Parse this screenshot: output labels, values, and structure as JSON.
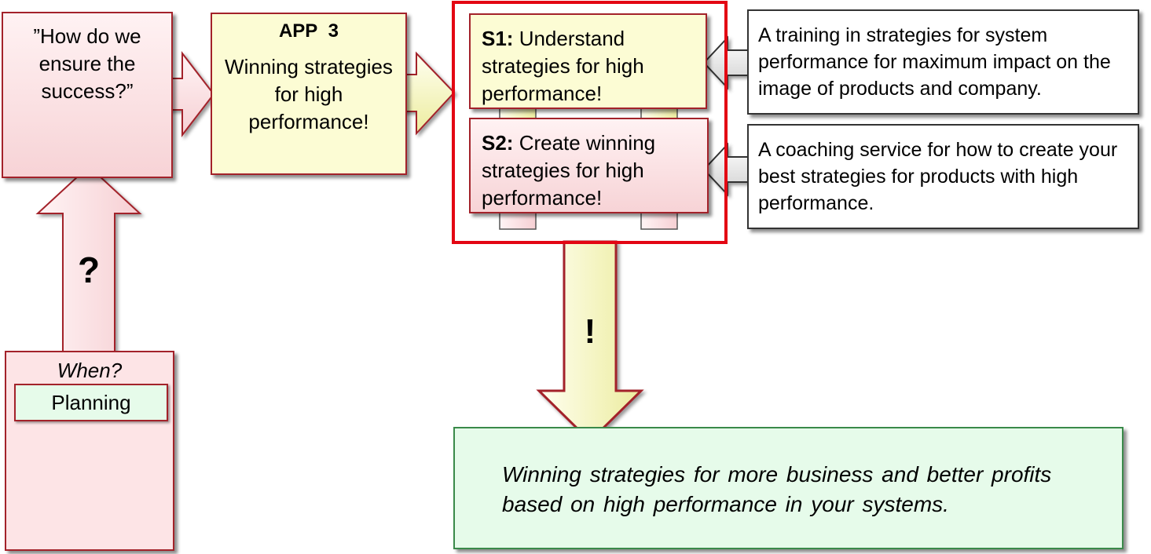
{
  "question_box": {
    "text": "”How do we ensure the success?”"
  },
  "app_box": {
    "title": "APP",
    "number": "3",
    "text": "Winning strategies for high performance!"
  },
  "s1": {
    "label": "S1:",
    "text": " Understand strategies for high performance!"
  },
  "s2": {
    "label": "S2:",
    "text": " Create winning strategies for high performance!"
  },
  "s1_desc": {
    "text": "A training in strategies for system performance for maximum impact on the image of products and company."
  },
  "s2_desc": {
    "text": "A coaching service for how to create your best strategies for products with high performance."
  },
  "up_arrow": {
    "symbol": "?"
  },
  "down_arrow": {
    "symbol": "!"
  },
  "when_box": {
    "title": "When?",
    "item": "Planning"
  },
  "result_box": {
    "text": "Winning strategies for more business and better profits based on high performance in your systems."
  },
  "colors": {
    "red_frame": "#e30613",
    "dark_red": "#a3222a",
    "pink": "#fde4e6",
    "yellow": "#fcfcd4",
    "green": "#e6fbea"
  }
}
